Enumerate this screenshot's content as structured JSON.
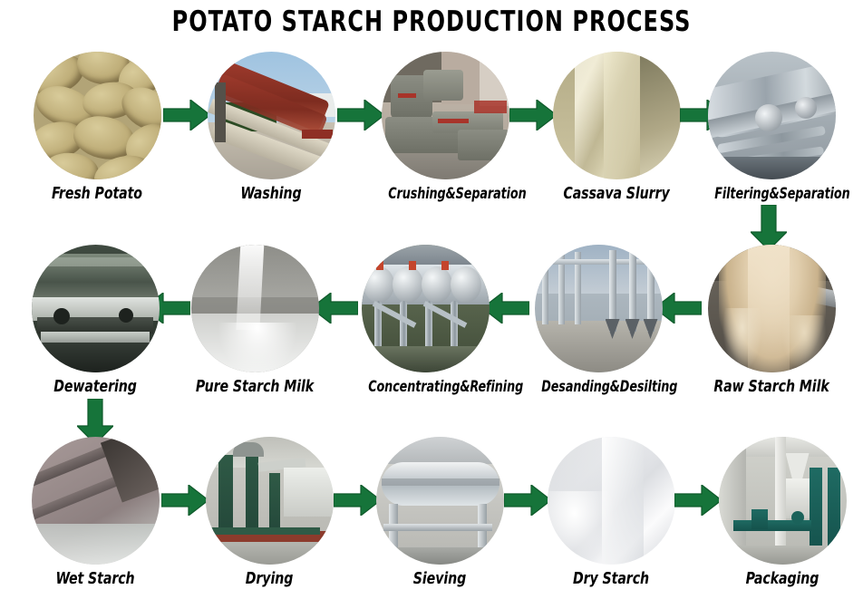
{
  "title": "POTATO STARCH PRODUCTION PROCESS",
  "colors": {
    "arrow_green": "#16743a",
    "arrow_green_dark": "#0f5a2b",
    "text": "#000000",
    "background": "#ffffff"
  },
  "rows": [
    {
      "direction": "left-to-right",
      "steps": [
        {
          "label": "Fresh Potato",
          "image": "pile-of-raw-potatoes"
        },
        {
          "label": "Washing",
          "image": "potato-washing-conveyor-machine"
        },
        {
          "label": "Crushing&Separation",
          "image": "grey-crushing-and-separation-machine"
        },
        {
          "label": "Cassava Slurry",
          "image": "cassava-slurry-flow"
        },
        {
          "label": "Filtering&Separation",
          "image": "stainless-steel-filtering-separator"
        }
      ]
    },
    {
      "direction": "right-to-left",
      "steps": [
        {
          "label": "Raw Starch Milk",
          "image": "raw-starch-milk-splash"
        },
        {
          "label": "Desanding&Desilting",
          "image": "desanding-hydrocyclone-units"
        },
        {
          "label": "Concentrating&Refining",
          "image": "concentrating-refining-cyclone-station"
        },
        {
          "label": "Pure Starch Milk",
          "image": "pure-starch-milk-stream"
        },
        {
          "label": "Dewatering",
          "image": "vacuum-dewatering-drum-filter"
        }
      ]
    },
    {
      "direction": "left-to-right",
      "steps": [
        {
          "label": "Wet Starch",
          "image": "wet-starch-on-filter-surface"
        },
        {
          "label": "Drying",
          "image": "flash-drying-plant"
        },
        {
          "label": "Sieving",
          "image": "rotary-sieving-machine"
        },
        {
          "label": "Dry Starch",
          "image": "white-dry-starch-powder"
        },
        {
          "label": "Packaging",
          "image": "automatic-packaging-line"
        }
      ]
    }
  ],
  "connectors": {
    "row1": [
      "arrow-right",
      "arrow-right",
      "arrow-right",
      "arrow-right"
    ],
    "row1_to_row2": "arrow-down",
    "row2": [
      "arrow-left",
      "arrow-left",
      "arrow-left",
      "arrow-left"
    ],
    "row2_to_row3": "arrow-down",
    "row3": [
      "arrow-right",
      "arrow-right",
      "arrow-right",
      "arrow-right"
    ]
  }
}
